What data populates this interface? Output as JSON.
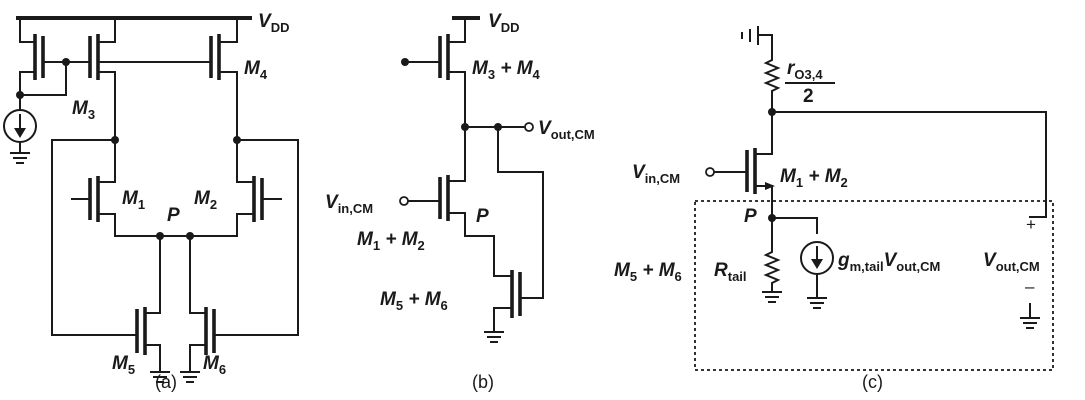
{
  "figure_number": "",
  "captions": {
    "a": "(a)",
    "b": "(b)",
    "c": "(c)"
  },
  "labels": {
    "vdd_a": {
      "main": "V",
      "sub": "DD"
    },
    "vdd_b": {
      "main": "V",
      "sub": "DD"
    },
    "m1": {
      "main": "M",
      "sub": "1"
    },
    "m2": {
      "main": "M",
      "sub": "2"
    },
    "m3": {
      "main": "M",
      "sub": "3"
    },
    "m4": {
      "main": "M",
      "sub": "4"
    },
    "m5": {
      "main": "M",
      "sub": "5"
    },
    "m6": {
      "main": "M",
      "sub": "6"
    },
    "p_a": "P",
    "p_b": "P",
    "p_c": "P",
    "m34_b": {
      "m": "M",
      "s1": "3",
      "plus": " + M",
      "s2": "4"
    },
    "m12_b": {
      "m": "M",
      "s1": "1",
      "plus": " + M",
      "s2": "2"
    },
    "m56_b": {
      "m": "M",
      "s1": "5",
      "plus": " + M",
      "s2": "6"
    },
    "m12_c": {
      "m": "M",
      "s1": "1",
      "plus": " + M",
      "s2": "2"
    },
    "m56_c": {
      "m": "M",
      "s1": "5",
      "plus": " + M",
      "s2": "6"
    },
    "vout_b": {
      "main": "V",
      "sub": "out,CM"
    },
    "vin_b": {
      "main": "V",
      "sub": "in,CM"
    },
    "vin_c": {
      "main": "V",
      "sub": "in,CM"
    },
    "ro_c": {
      "main": "r",
      "sub": "O3,4",
      "den": "2"
    },
    "rtail_c": {
      "main": "R",
      "sub": "tail"
    },
    "gm_c": {
      "g": "g",
      "gsub": "m,tail",
      "v": "V",
      "vsub": "out,CM"
    },
    "vout_c": {
      "main": "V",
      "sub": "out,CM",
      "plus": "+",
      "minus": "–"
    }
  }
}
